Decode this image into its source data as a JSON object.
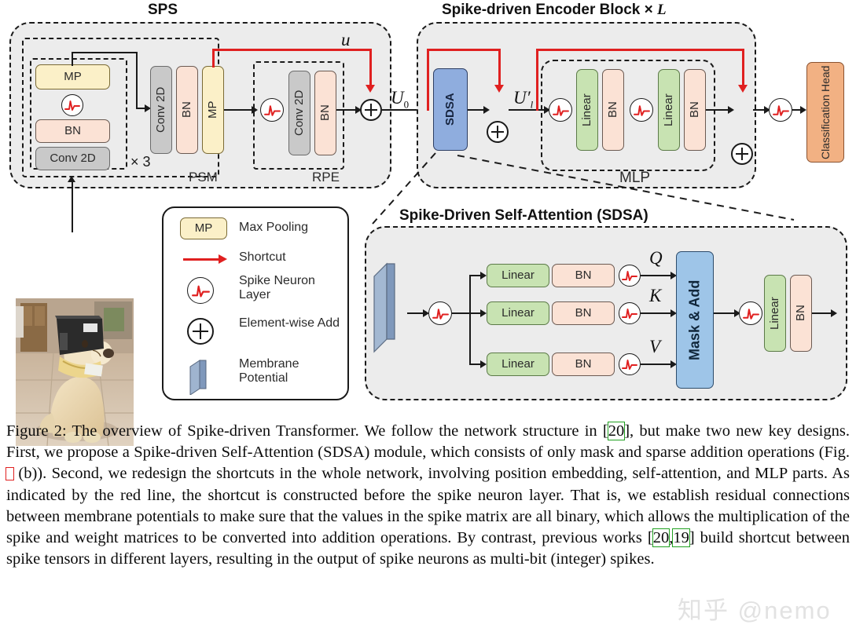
{
  "figure": {
    "sps": {
      "title": "SPS",
      "psm_label": "PSM",
      "rpe_label": "RPE",
      "repeat_label": "× 3",
      "membrane_label": "u",
      "inner_blocks": [
        "MP",
        "BN",
        "Conv 2D"
      ],
      "psm_blocks": [
        "Conv 2D",
        "BN",
        "MP"
      ],
      "rpe_blocks": [
        "Conv 2D",
        "BN"
      ]
    },
    "encoder": {
      "title_main": "Spike-driven Encoder Block",
      "title_times": "×",
      "title_L": "L",
      "sdsa_label": "SDSA",
      "mlp_label": "MLP",
      "mlp_blocks": [
        "Linear",
        "BN",
        "Linear",
        "BN"
      ],
      "u0_label": "U",
      "u0_sub": "0",
      "ul_label": "U",
      "ul_sub": "l",
      "ul_prime": "′"
    },
    "head": {
      "line1": "Classification",
      "line2": "Head"
    },
    "sdsa_panel": {
      "title": "Spike-Driven Self-Attention (SDSA)",
      "branch_blocks": [
        {
          "linear": "Linear",
          "bn": "BN",
          "out": "Q"
        },
        {
          "linear": "Linear",
          "bn": "BN",
          "out": "K"
        },
        {
          "linear": "Linear",
          "bn": "BN",
          "out": "V"
        }
      ],
      "mask_add_label": "Mask & Add",
      "tail_blocks": [
        "Linear",
        "BN"
      ]
    },
    "legend": {
      "items": [
        {
          "icon": "mp-block",
          "icon_text": "MP",
          "label": "Max Pooling"
        },
        {
          "icon": "red-arrow",
          "icon_text": "",
          "label": "Shortcut"
        },
        {
          "icon": "spike-neuron",
          "icon_text": "",
          "label": "Spike Neuron Layer"
        },
        {
          "icon": "plus-circle",
          "icon_text": "",
          "label": "Element-wise Add"
        },
        {
          "icon": "membrane-slab",
          "icon_text": "",
          "label": "Membrane Potential"
        }
      ]
    },
    "colors": {
      "conv": "#c9c9c9",
      "bn": "#fbe2d5",
      "mp": "#fbf0c8",
      "linear": "#c8e3b2",
      "sdsa": "#8fadde",
      "mask_add": "#9ec5e8",
      "head": "#f2b183",
      "shortcut": "#e02020",
      "panel_bg": "#ececec",
      "membrane": "#8ba3c4",
      "cite_green": "#21a121",
      "cite_red": "#e02020"
    }
  },
  "caption": {
    "prefix": "Figure 2:",
    "seg1": " The overview of Spike-driven Transformer. We follow the network structure in [",
    "cite1": "20",
    "seg2": "], but make two new key designs. First, we propose a Spike-driven Self-Attention (SDSA) module, which consists of only mask and sparse addition operations (Fig.",
    "seg3": " (b)). Second, we redesign the shortcuts in the whole network, involving position embedding, self-attention, and MLP parts. As indicated by the red line, the shortcut is constructed before the spike neuron layer. That is, we establish residual connections between membrane potentials to make sure that the values in the spike matrix are all binary, which allows the multiplication of the spike and weight matrices to be converted into addition operations.  By contrast, previous works [",
    "cite2": "20",
    "seg4": ",",
    "cite3": "19",
    "seg5": "] build shortcut between spike tensors in different layers, resulting in the output of spike neurons as multi-bit (integer) spikes."
  },
  "watermark": {
    "text": "知乎 @nemo"
  }
}
